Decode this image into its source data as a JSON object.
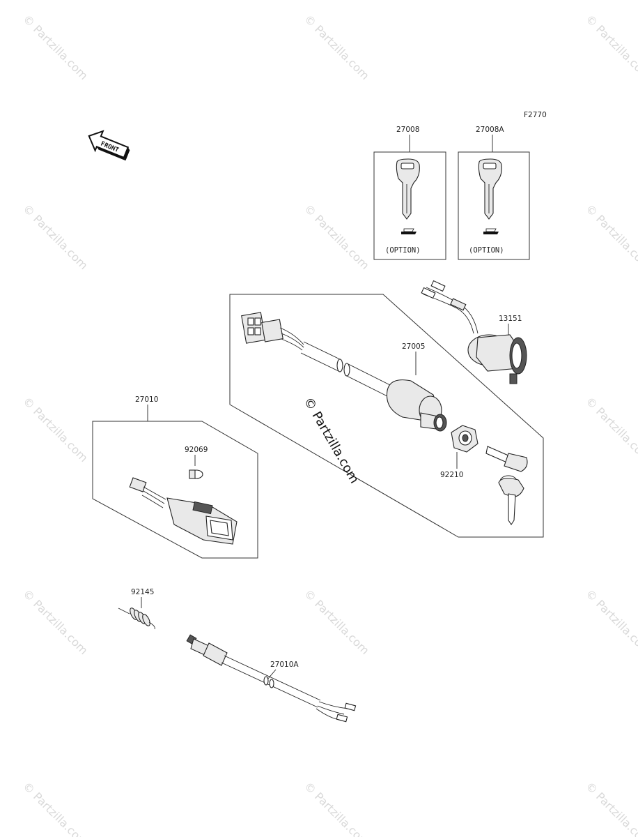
{
  "figure_code": "F2770",
  "front_label": "FRONT",
  "watermark_small": "© Partzilla.com",
  "watermark_center": "© Partzilla.com",
  "parts": {
    "key_plain": {
      "number": "27008",
      "option": "(OPTION)"
    },
    "key_alt": {
      "number": "27008A",
      "option": "(OPTION)"
    },
    "switch_ignition_alt": {
      "number": "13151"
    },
    "switch_ignition": {
      "number": "27005"
    },
    "nut": {
      "number": "92210"
    },
    "switch_box": {
      "number": "27010"
    },
    "bulb_small": {
      "number": "92069"
    },
    "spring": {
      "number": "92145"
    },
    "stop_switch": {
      "number": "27010A"
    }
  }
}
